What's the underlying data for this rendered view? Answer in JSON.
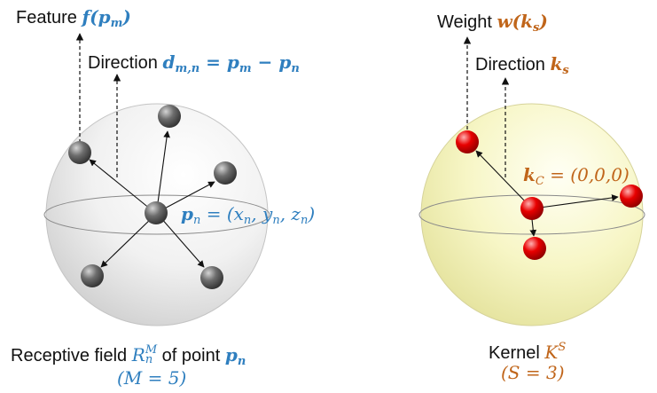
{
  "colors": {
    "blue": "#2f7fbf",
    "orange": "#c0651a",
    "grey_point": "#555555",
    "red_point": "#e00000",
    "left_sphere": "#e4e4e4",
    "right_sphere": "#f4f3b9"
  },
  "left": {
    "feature_word": "Feature",
    "feature_math": "f(p",
    "feature_sub": "m",
    "feature_close": ")",
    "direction_word": "Direction",
    "dir_d": "d",
    "dir_d_sub": "m,n",
    "dir_eq": " = p",
    "dir_pm_sub": "m",
    "dir_minus": " − p",
    "dir_pn_sub": "n",
    "center_p": "p",
    "center_p_sub": "n",
    "center_eq": " = (x",
    "center_x_sub": "n",
    "center_comma1": ", y",
    "center_y_sub": "n",
    "center_comma2": ", z",
    "center_z_sub": "n",
    "center_close": ")",
    "caption_word": "Receptive field ",
    "caption_R": "R",
    "caption_R_sub": "n",
    "caption_R_sup": "M",
    "caption_of": " of point ",
    "caption_p": "p",
    "caption_p_sub": "n",
    "caption_m": "(M = 5)"
  },
  "right": {
    "weight_word": "Weight ",
    "weight_math": "w(k",
    "weight_sub": "s",
    "weight_close": ")",
    "direction_word": "Direction ",
    "dir_k": "k",
    "dir_k_sub": "s",
    "center_k": "k",
    "center_k_sub": "C",
    "center_eq": " = (0,0,0)",
    "caption_word": "Kernel ",
    "caption_K": "K",
    "caption_K_sup": "S",
    "caption_s": "(S = 3)"
  }
}
